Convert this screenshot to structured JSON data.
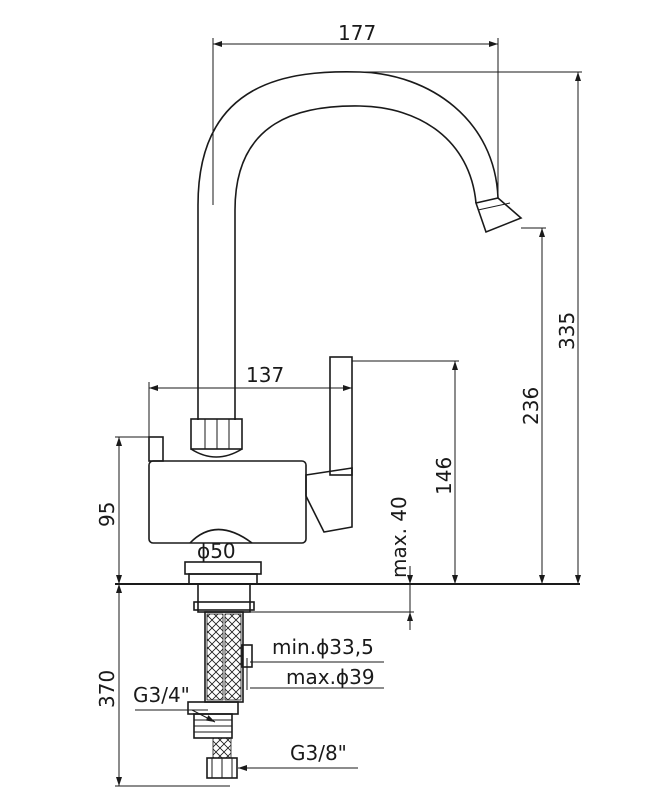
{
  "dimensions": {
    "spout_reach": "177",
    "total_height": "335",
    "spout_height": "236",
    "body_width": "137",
    "lever_height": "146",
    "body_height": "95",
    "base_diameter": "ϕ50",
    "max_deck_thickness": "max. 40",
    "min_hole": "min.ϕ33,5",
    "max_hole": "max.ϕ39",
    "hose_length": "370",
    "inlet_thread": "G3/4\"",
    "hose_thread": "G3/8\""
  }
}
